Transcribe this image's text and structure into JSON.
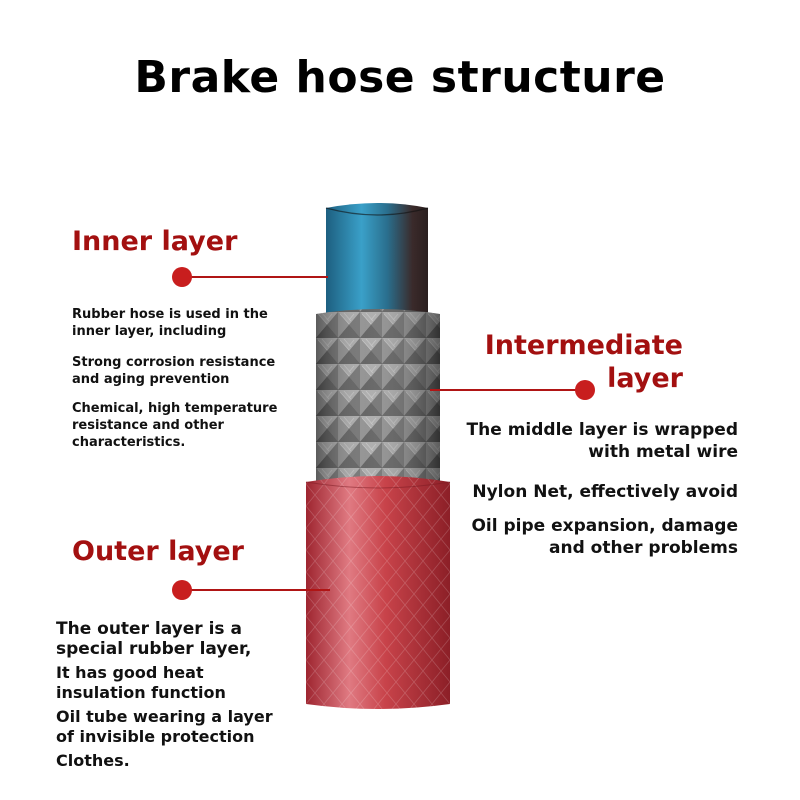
{
  "title": "Brake hose structure",
  "colors": {
    "accent": "#a31010",
    "pointer_line": "#b01515",
    "inner_blue": "#2a7fa6",
    "outer_red": "#c8434a"
  },
  "inner_layer": {
    "heading": "Inner layer",
    "paragraphs": [
      "Rubber hose is used in the inner layer, including",
      "Strong corrosion resistance and aging prevention",
      "Chemical, high temperature resistance and other characteristics."
    ]
  },
  "intermediate_layer": {
    "heading_line1": "Intermediate",
    "heading_line2": "layer",
    "paragraphs": [
      "The middle layer is wrapped with metal wire",
      "Nylon Net, effectively avoid",
      "Oil pipe expansion, damage and other problems"
    ]
  },
  "outer_layer": {
    "heading": "Outer layer",
    "paragraphs": [
      "The outer layer is a special rubber layer,",
      "It has good heat insulation function",
      "Oil tube wearing a layer of invisible protection",
      "Clothes."
    ]
  }
}
